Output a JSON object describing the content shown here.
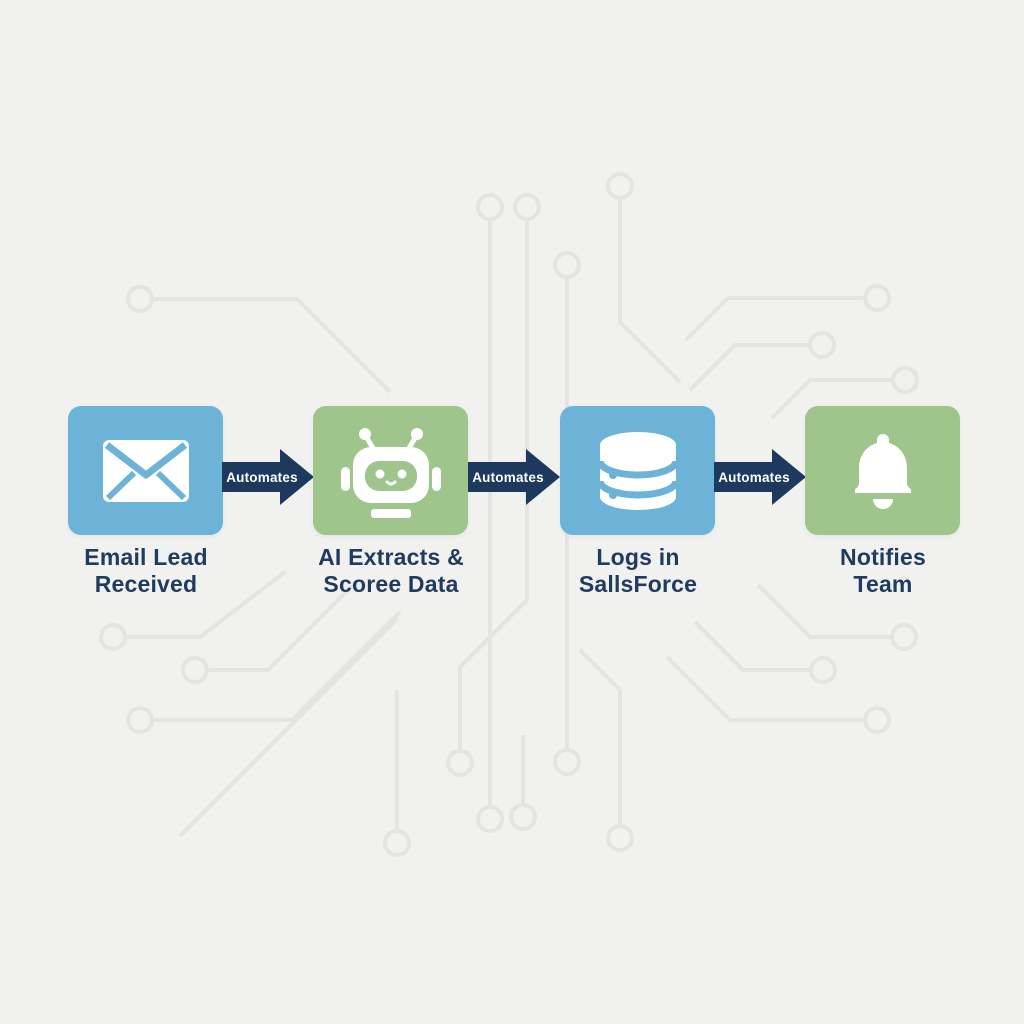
{
  "palette": {
    "background": "#f1f1ef",
    "circuit_line": "#e4e4e1",
    "step_blue": "#6db3d8",
    "step_green": "#9fc58d",
    "arrow_navy": "#1d3a5e",
    "label_navy": "#1f3b60",
    "icon_white": "#ffffff"
  },
  "workflow": {
    "steps": [
      {
        "icon": "envelope-icon",
        "color": "blue",
        "label_lines": [
          "Email Lead",
          "Received"
        ]
      },
      {
        "icon": "robot-icon",
        "color": "green",
        "label_lines": [
          "AI Extracts &",
          "Scoree Data"
        ]
      },
      {
        "icon": "database-icon",
        "color": "blue",
        "label_lines": [
          "Logs in",
          "SallsForce"
        ]
      },
      {
        "icon": "bell-icon",
        "color": "green",
        "label_lines": [
          "Notifies",
          "Team"
        ]
      }
    ],
    "connectors": [
      {
        "label": "Automates"
      },
      {
        "label": "Automates"
      },
      {
        "label": "Automates"
      }
    ]
  }
}
